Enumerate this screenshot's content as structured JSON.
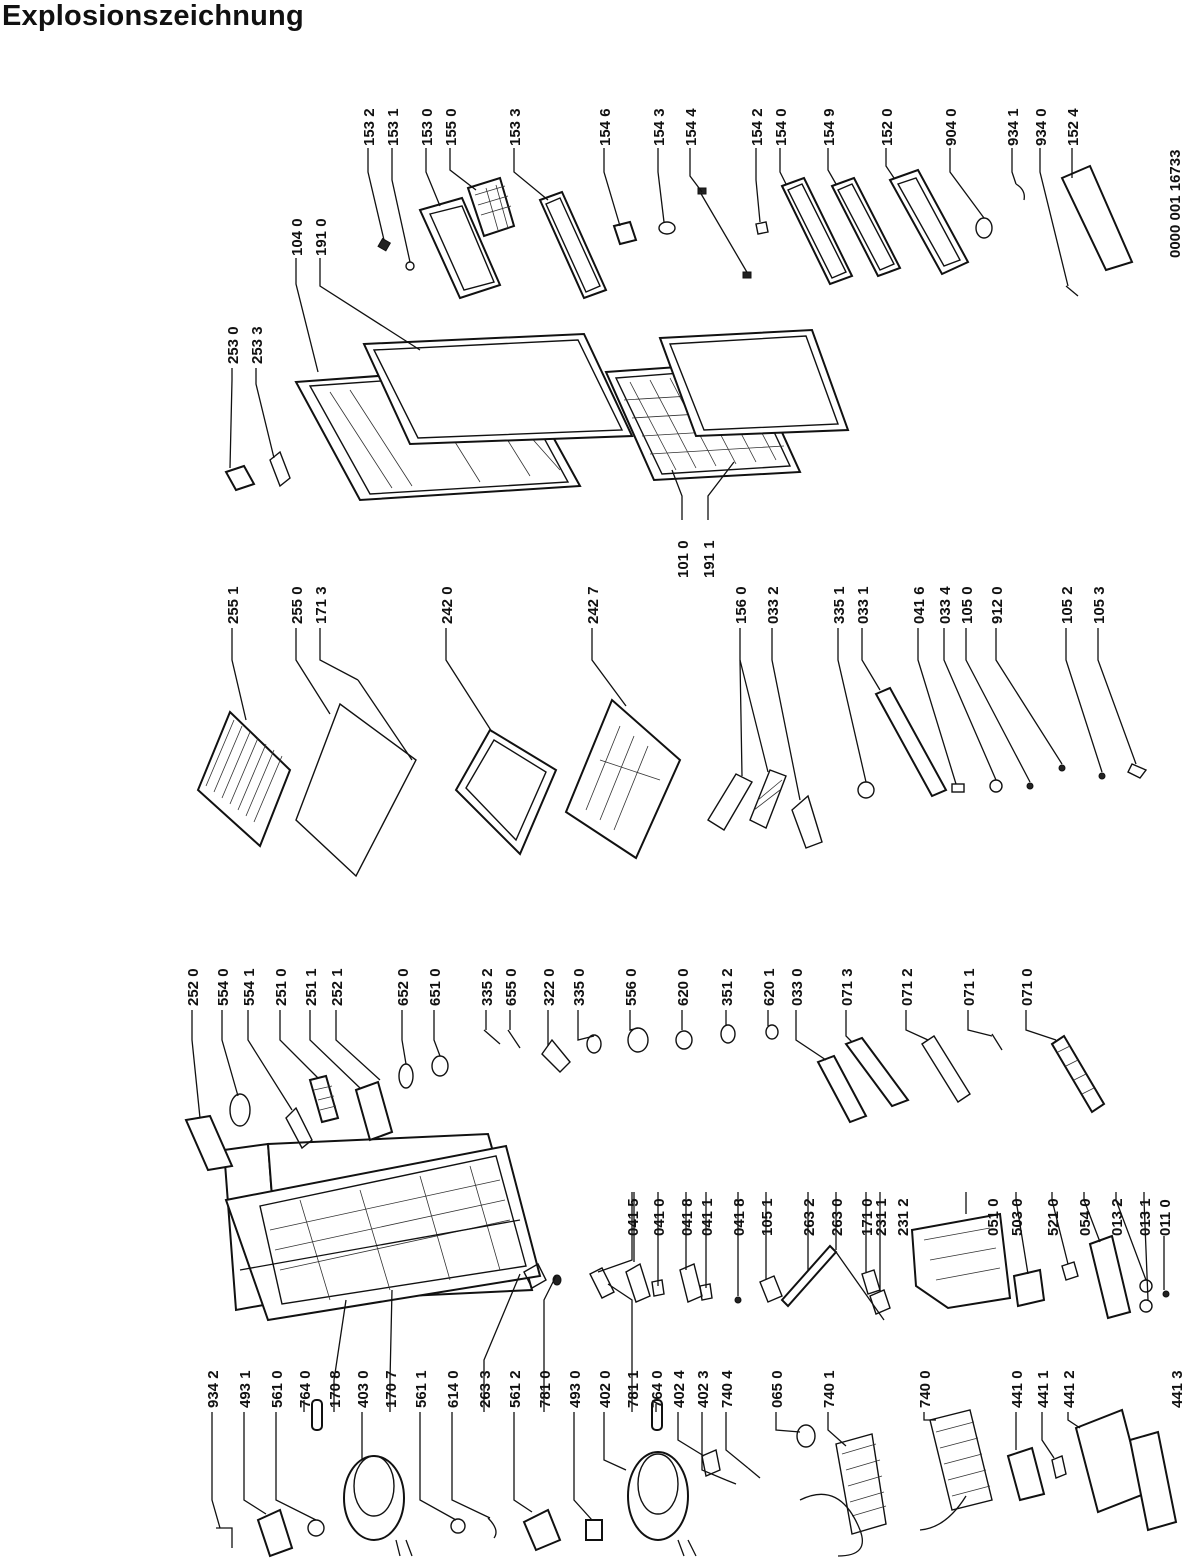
{
  "title": "Explosionszeichnung",
  "doc_number": "0000 001 16733",
  "labels": {
    "col_fridge_fittings": [
      "153 2",
      "153 1",
      "153 0",
      "155 0",
      "153 3",
      "154 6",
      "154 3",
      "154 4",
      "154 2",
      "154 0",
      "154 9",
      "152 0",
      "904 0",
      "934 1",
      "934 0",
      "152 4"
    ],
    "col_doors": [
      "253 0",
      "253 3",
      "104 0",
      "191 0",
      "101 0",
      "191 1"
    ],
    "col_shelves": [
      "255 1",
      "255 0",
      "171 3",
      "242 0",
      "242 7",
      "156 0",
      "033 2",
      "335 1",
      "033 1",
      "041 6",
      "033 4",
      "105 0",
      "912 0",
      "105 2",
      "105 3"
    ],
    "col_controls": [
      "252 0",
      "554 0",
      "554 1",
      "251 0",
      "251 1",
      "252 1",
      "652 0",
      "651 0",
      "335 2",
      "655 0",
      "322 0",
      "335 0",
      "556 0",
      "620 0",
      "351 2",
      "620 1",
      "033 0",
      "071 3",
      "071 2",
      "071 1",
      "071 0"
    ],
    "col_base": [
      "041 5",
      "041 0",
      "041 8",
      "041 1",
      "041 8",
      "105 1",
      "263 2",
      "263 0",
      "171 0",
      "231 1",
      "231 2",
      "051 0",
      "503 0",
      "521 0",
      "054 0",
      "013 2",
      "013 1",
      "011 0"
    ],
    "col_compressor": [
      "934 2",
      "493 1",
      "561 0",
      "764 0",
      "170 8",
      "403 0",
      "170 7",
      "561 1",
      "614 0",
      "263 3",
      "561 2",
      "781 0",
      "493 0",
      "402 0",
      "781 1",
      "764 0",
      "402 4",
      "402 3",
      "740 4",
      "065 0",
      "740 1",
      "740 0",
      "441 0",
      "441 1",
      "441 2",
      "441 3"
    ]
  }
}
